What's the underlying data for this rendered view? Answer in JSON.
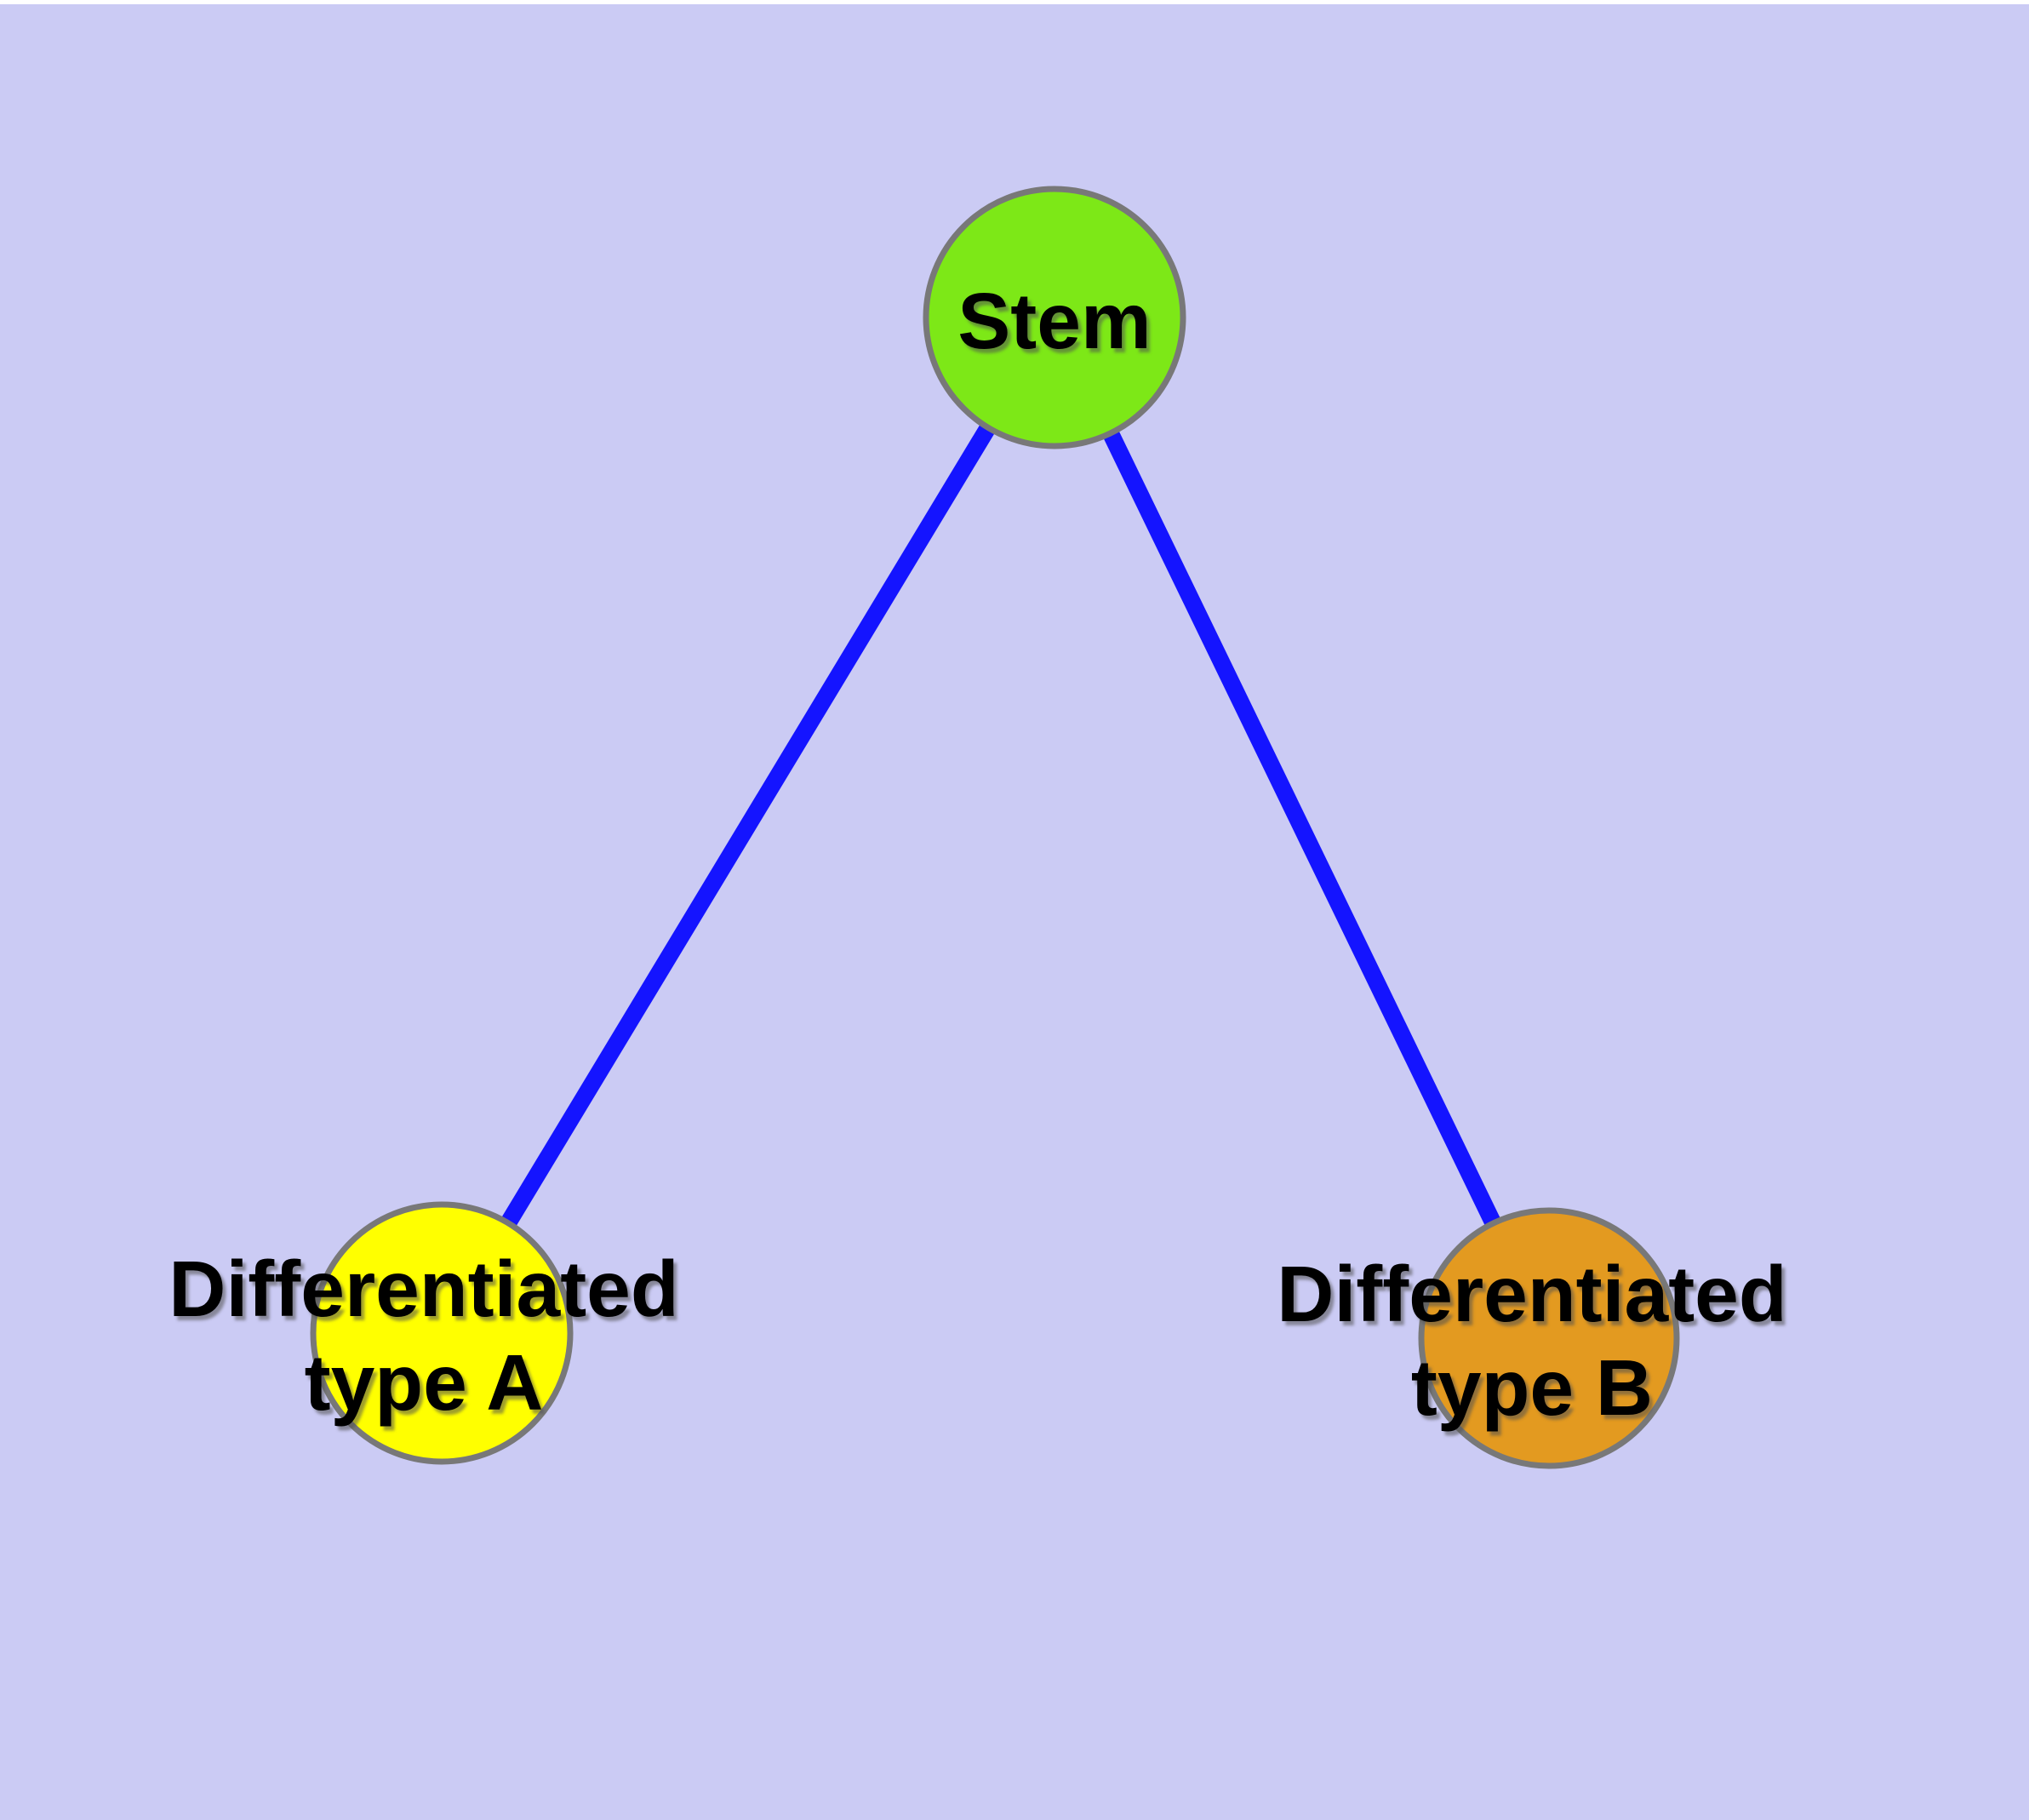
{
  "diagram": {
    "background_color": "#CBCBF4",
    "top_strip_color": "#FFFFFF",
    "edge_color": "#1414FF",
    "node_border_color": "#787878",
    "label_color": "#000000",
    "nodes": [
      {
        "id": "stem",
        "label_lines": [
          "Stem"
        ],
        "fill": "#7DE817"
      },
      {
        "id": "differentiated-type-a",
        "label_lines": [
          "Differentiated",
          "type A"
        ],
        "fill": "#FFFF00"
      },
      {
        "id": "differentiated-type-b",
        "label_lines": [
          "Differentiated",
          "type B"
        ],
        "fill": "#E39A20"
      }
    ],
    "edges": [
      {
        "from": "stem",
        "to": "differentiated-type-a"
      },
      {
        "from": "stem",
        "to": "differentiated-type-b"
      }
    ]
  }
}
